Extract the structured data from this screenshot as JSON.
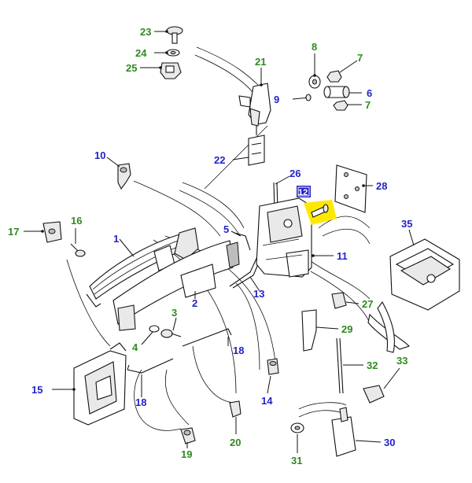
{
  "colors": {
    "green_label": "#2e8b1e",
    "blue_label": "#2323c8",
    "highlight": "#ffe800",
    "box_label_bg": "#2323c8",
    "box_label_text": "#ffffff"
  },
  "labels": {
    "l1": "1",
    "l2": "2",
    "l3": "3",
    "l4": "4",
    "l5": "5",
    "l6": "6",
    "l7a": "7",
    "l7b": "7",
    "l8": "8",
    "l9": "9",
    "l10": "10",
    "l11": "11",
    "l12": "12",
    "l13": "13",
    "l14": "14",
    "l15": "15",
    "l16": "16",
    "l17": "17",
    "l18a": "18",
    "l18b": "18",
    "l19": "19",
    "l20": "20",
    "l21": "21",
    "l22": "22",
    "l23": "23",
    "l24": "24",
    "l25": "25",
    "l26": "26",
    "l27": "27",
    "l28": "28",
    "l29": "29",
    "l30": "30",
    "l31": "31",
    "l32": "32",
    "l33": "33",
    "l35": "35"
  }
}
